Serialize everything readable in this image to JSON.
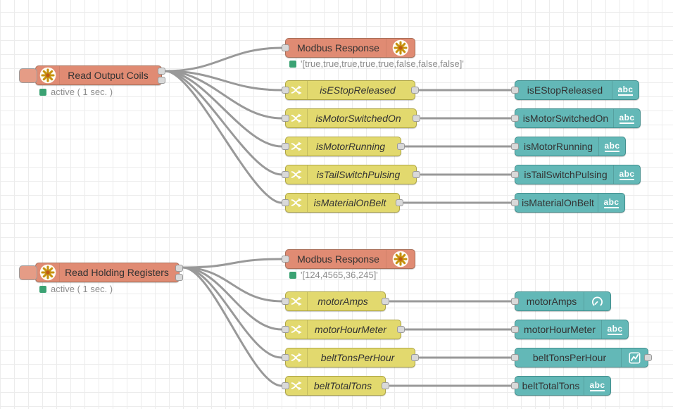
{
  "app": "Node-RED flow editor canvas",
  "colors": {
    "modbus_node": "#e08b73",
    "switch_node": "#e2d96e",
    "dashboard_node": "#63b8b7",
    "wire": "#999999",
    "status_ok_dot": "#3ba273",
    "grid_line": "#ececec"
  },
  "flows": {
    "coils": {
      "reader": {
        "label": "Read Output Coils",
        "status": "active ( 1 sec. )",
        "icon": "modbus-flower-icon"
      },
      "response": {
        "label": "Modbus Response",
        "status": "'[true,true,true,true,true,false,false,false]'",
        "icon": "modbus-flower-icon"
      },
      "switches": [
        {
          "label": "isEStopReleased",
          "icon": "switch-icon"
        },
        {
          "label": "isMotorSwitchedOn",
          "icon": "switch-icon"
        },
        {
          "label": "isMotorRunning",
          "icon": "switch-icon"
        },
        {
          "label": "isTailSwitchPulsing",
          "icon": "switch-icon"
        },
        {
          "label": "isMaterialOnBelt",
          "icon": "switch-icon"
        }
      ],
      "displays": [
        {
          "label": "isEStopReleased",
          "icon": "text-abc-icon",
          "badge": "abc"
        },
        {
          "label": "isMotorSwitchedOn",
          "icon": "text-abc-icon",
          "badge": "abc"
        },
        {
          "label": "isMotorRunning",
          "icon": "text-abc-icon",
          "badge": "abc"
        },
        {
          "label": "isTailSwitchPulsing",
          "icon": "text-abc-icon",
          "badge": "abc"
        },
        {
          "label": "isMaterialOnBelt",
          "icon": "text-abc-icon",
          "badge": "abc"
        }
      ]
    },
    "registers": {
      "reader": {
        "label": "Read Holding Registers",
        "status": "active ( 1 sec. )",
        "icon": "modbus-flower-icon"
      },
      "response": {
        "label": "Modbus Response",
        "status": "'[124,4565,36,245]'",
        "icon": "modbus-flower-icon"
      },
      "switches": [
        {
          "label": "motorAmps",
          "icon": "switch-icon"
        },
        {
          "label": "motorHourMeter",
          "icon": "switch-icon"
        },
        {
          "label": "beltTonsPerHour",
          "icon": "switch-icon"
        },
        {
          "label": "beltTotalTons",
          "icon": "switch-icon"
        }
      ],
      "displays": [
        {
          "label": "motorAmps",
          "icon": "gauge-icon",
          "badge": ""
        },
        {
          "label": "motorHourMeter",
          "icon": "text-abc-icon",
          "badge": "abc"
        },
        {
          "label": "beltTonsPerHour",
          "icon": "chart-icon",
          "badge": ""
        },
        {
          "label": "beltTotalTons",
          "icon": "text-abc-icon",
          "badge": "abc"
        }
      ]
    }
  }
}
